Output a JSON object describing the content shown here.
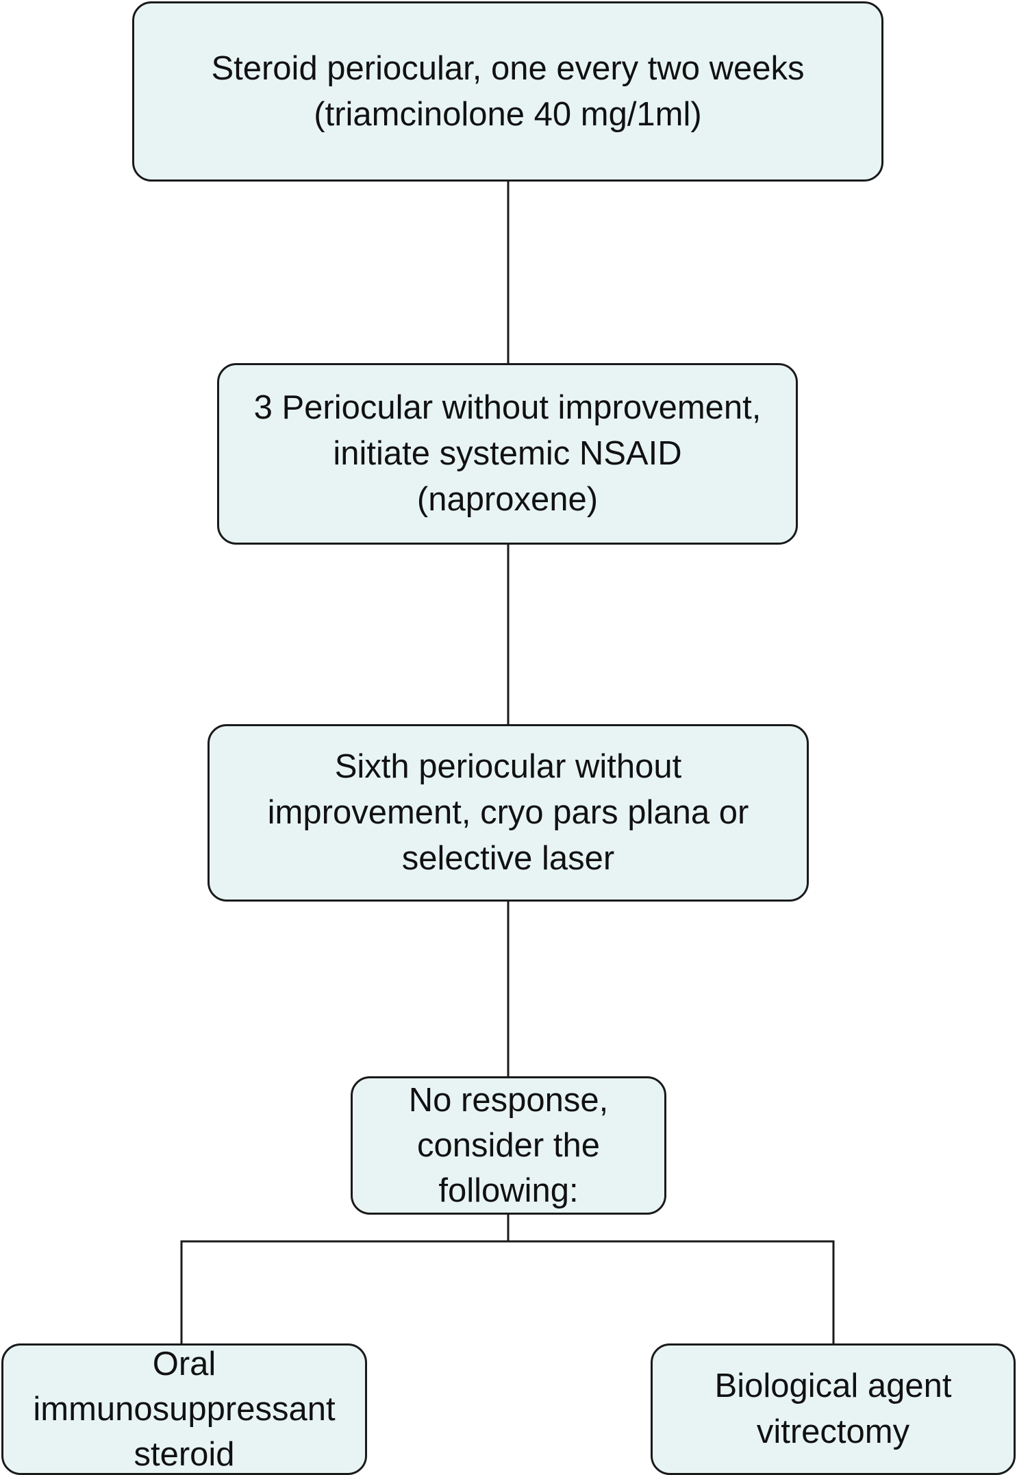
{
  "flowchart": {
    "nodes": [
      {
        "id": "n1",
        "text": "Steroid periocular, one every two weeks\n(triamcinolone 40 mg/1ml)"
      },
      {
        "id": "n2",
        "text": "3 Periocular without improvement,\ninitiate systemic NSAID\n(naproxene)"
      },
      {
        "id": "n3",
        "text": "Sixth periocular without\nimprovement, cryo pars plana or\nselective laser"
      },
      {
        "id": "n4",
        "text": "No response,\nconsider the\nfollowing:"
      },
      {
        "id": "n5",
        "text": "Oral\nimmunosuppressant\nsteroid"
      },
      {
        "id": "n6",
        "text": "Biological agent\nvitrectomy"
      }
    ],
    "edges": [
      {
        "from": "n1",
        "to": "n2"
      },
      {
        "from": "n2",
        "to": "n3"
      },
      {
        "from": "n3",
        "to": "n4"
      },
      {
        "from": "n4",
        "to": "n5"
      },
      {
        "from": "n4",
        "to": "n6"
      }
    ],
    "colors": {
      "box_fill": "#e8f4f4",
      "box_border": "#1a1a1a",
      "connector": "#1a1a1a",
      "text": "#111111"
    }
  }
}
